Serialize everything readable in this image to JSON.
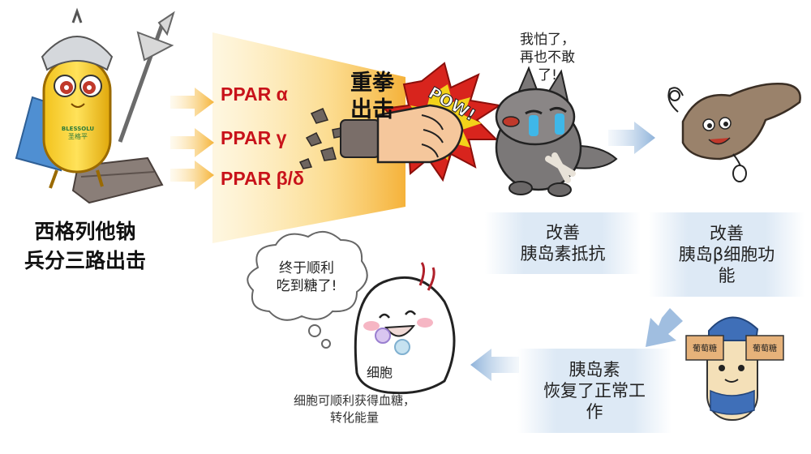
{
  "title": {
    "line1": "西格列他钠",
    "line2": "兵分三路出击"
  },
  "receptors": [
    "PPAR α",
    "PPAR γ",
    "PPAR β/δ"
  ],
  "punch_text": {
    "line1": "重拳",
    "line2": "出击"
  },
  "pow_text": "POW!",
  "wolf_speech": {
    "line1": "我怕了，",
    "line2": "再也不敢",
    "line3": "了!"
  },
  "effect_boxes": [
    {
      "lines": [
        "改善",
        "胰岛素抵抗"
      ]
    },
    {
      "lines": [
        "改善",
        "胰岛β细胞功",
        "能"
      ]
    },
    {
      "lines": [
        "胰岛素",
        "恢复了正常工",
        "作"
      ]
    }
  ],
  "cell": {
    "speech_line1": "终于顺利",
    "speech_line2": "吃到糖了!",
    "label": "细胞",
    "note_line1": "细胞可顺利获得血糖，",
    "note_line2": "转化能量"
  },
  "capsule_logo": {
    "line1": "BLESSOLU",
    "line2": "圣格平"
  },
  "candy_box_label": "葡萄糖",
  "colors": {
    "ppar_red": "#c8121a",
    "arrow_orange": "#f5b43a",
    "flow_blue": "#8fb3da",
    "box_blue": "#dde9f5"
  }
}
